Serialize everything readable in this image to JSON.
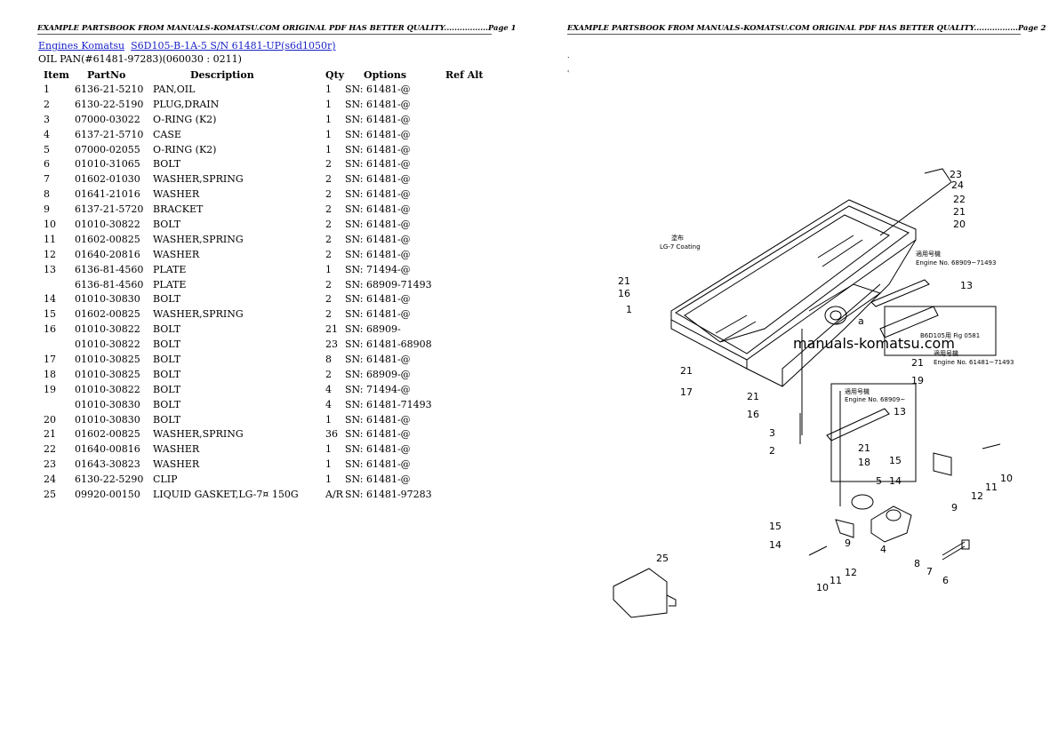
{
  "page_header_left": "EXAMPLE PARTSBOOK FROM MANUALS-KOMATSU.COM ORIGINAL PDF HAS BETTER QUALITY.................Page 1",
  "page_header_right": "EXAMPLE PARTSBOOK FROM MANUALS-KOMATSU.COM ORIGINAL PDF HAS BETTER QUALITY.................Page 2",
  "breadcrumb": {
    "link1": "Engines Komatsu",
    "link2": "S6D105-B-1A-5 S/N  61481-UP(s6d1050r)"
  },
  "subtitle": "OIL PAN(#61481-97283)(060030 : 0211)",
  "table": {
    "headers": [
      "Item",
      "PartNo",
      "Description",
      "Qty",
      "Options",
      "Ref Alt"
    ],
    "rows": [
      {
        "item": "1",
        "part": "6136-21-5210",
        "desc": "PAN,OIL",
        "qty": "1",
        "opt": "SN: 61481-@"
      },
      {
        "item": "2",
        "part": "6130-22-5190",
        "desc": "PLUG,DRAIN",
        "qty": "1",
        "opt": "SN: 61481-@"
      },
      {
        "item": "3",
        "part": "07000-03022",
        "desc": "O-RING (K2)",
        "qty": "1",
        "opt": "SN: 61481-@"
      },
      {
        "item": "4",
        "part": "6137-21-5710",
        "desc": "CASE",
        "qty": "1",
        "opt": "SN: 61481-@"
      },
      {
        "item": "5",
        "part": "07000-02055",
        "desc": "O-RING (K2)",
        "qty": "1",
        "opt": "SN: 61481-@"
      },
      {
        "item": "6",
        "part": "01010-31065",
        "desc": "BOLT",
        "qty": "2",
        "opt": "SN: 61481-@"
      },
      {
        "item": "7",
        "part": "01602-01030",
        "desc": "WASHER,SPRING",
        "qty": "2",
        "opt": "SN: 61481-@"
      },
      {
        "item": "8",
        "part": "01641-21016",
        "desc": "WASHER",
        "qty": "2",
        "opt": "SN: 61481-@"
      },
      {
        "item": "9",
        "part": "6137-21-5720",
        "desc": "BRACKET",
        "qty": "2",
        "opt": "SN: 61481-@"
      },
      {
        "item": "10",
        "part": "01010-30822",
        "desc": "BOLT",
        "qty": "2",
        "opt": "SN: 61481-@"
      },
      {
        "item": "11",
        "part": "01602-00825",
        "desc": "WASHER,SPRING",
        "qty": "2",
        "opt": "SN: 61481-@"
      },
      {
        "item": "12",
        "part": "01640-20816",
        "desc": "WASHER",
        "qty": "2",
        "opt": "SN: 61481-@"
      },
      {
        "item": "13",
        "part": "6136-81-4560",
        "desc": "PLATE",
        "qty": "1",
        "opt": "SN: 71494-@"
      },
      {
        "item": "",
        "part": "6136-81-4560",
        "desc": "PLATE",
        "qty": "2",
        "opt": "SN: 68909-71493"
      },
      {
        "item": "14",
        "part": "01010-30830",
        "desc": "BOLT",
        "qty": "2",
        "opt": "SN: 61481-@"
      },
      {
        "item": "15",
        "part": "01602-00825",
        "desc": "WASHER,SPRING",
        "qty": "2",
        "opt": "SN: 61481-@"
      },
      {
        "item": "16",
        "part": "01010-30822",
        "desc": "BOLT",
        "qty": "21",
        "opt": "SN: 68909-"
      },
      {
        "item": "",
        "part": "01010-30822",
        "desc": "BOLT",
        "qty": "23",
        "opt": "SN: 61481-68908"
      },
      {
        "item": "17",
        "part": "01010-30825",
        "desc": "BOLT",
        "qty": "8",
        "opt": "SN: 61481-@"
      },
      {
        "item": "18",
        "part": "01010-30825",
        "desc": "BOLT",
        "qty": "2",
        "opt": "SN: 68909-@"
      },
      {
        "item": "19",
        "part": "01010-30822",
        "desc": "BOLT",
        "qty": "4",
        "opt": "SN: 71494-@"
      },
      {
        "item": "",
        "part": "01010-30830",
        "desc": "BOLT",
        "qty": "4",
        "opt": "SN: 61481-71493"
      },
      {
        "item": "20",
        "part": "01010-30830",
        "desc": "BOLT",
        "qty": "1",
        "opt": "SN: 61481-@"
      },
      {
        "item": "21",
        "part": "01602-00825",
        "desc": "WASHER,SPRING",
        "qty": "36",
        "opt": "SN: 61481-@"
      },
      {
        "item": "22",
        "part": "01640-00816",
        "desc": "WASHER",
        "qty": "1",
        "opt": "SN: 61481-@"
      },
      {
        "item": "23",
        "part": "01643-30823",
        "desc": "WASHER",
        "qty": "1",
        "opt": "SN: 61481-@"
      },
      {
        "item": "24",
        "part": "6130-22-5290",
        "desc": "CLIP",
        "qty": "1",
        "opt": "SN: 61481-@"
      },
      {
        "item": "25",
        "part": "09920-00150",
        "desc": "LIQUID GASKET,LG-7¤ 150G",
        "qty": "A/R",
        "opt": "SN: 61481-97283"
      }
    ]
  },
  "diagram": {
    "watermark": "manuals-komatsu.com",
    "note_lg7": "LG-7 Coating",
    "note_lg7_jp": "塗布",
    "note_a": "適用号機",
    "note_b": "Engine No. 68909~71493",
    "note_c": "適用号機",
    "note_d": "Engine No. 61481~71493",
    "note_e": "適用号機",
    "note_f": "Engine No. 68909~",
    "note_g": "B6D105用 Fig 0581",
    "callouts": [
      "1",
      "2",
      "3",
      "4",
      "5",
      "6",
      "7",
      "8",
      "9",
      "10",
      "11",
      "12",
      "13",
      "14",
      "15",
      "16",
      "17",
      "18",
      "19",
      "20",
      "21",
      "22",
      "23",
      "24",
      "25",
      "a"
    ]
  }
}
